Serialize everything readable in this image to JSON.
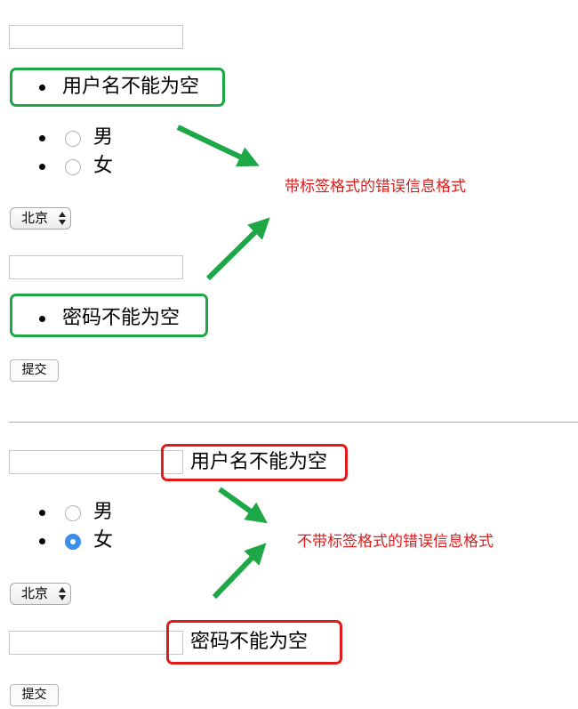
{
  "top_form": {
    "username_input_value": "",
    "username_error": "用户名不能为空",
    "gender_options": [
      "男",
      "女"
    ],
    "city_select_value": "北京",
    "password_input_value": "",
    "password_error": "密码不能为空",
    "submit_label": "提交"
  },
  "bottom_form": {
    "username_input_value": "",
    "username_error": "用户名不能为空",
    "gender_options": [
      "男",
      "女"
    ],
    "gender_selected": "女",
    "city_select_value": "北京",
    "password_input_value": "",
    "password_error": "密码不能为空",
    "submit_label": "提交"
  },
  "annotations": {
    "with_tag_note": "带标签格式的错误信息格式",
    "without_tag_note": "不带标签格式的错误信息格式",
    "arrow_color": "#1ea746",
    "green_box_color": "#1ea746",
    "red_box_color": "#e01b1b",
    "note_color": "#e01b1b"
  }
}
